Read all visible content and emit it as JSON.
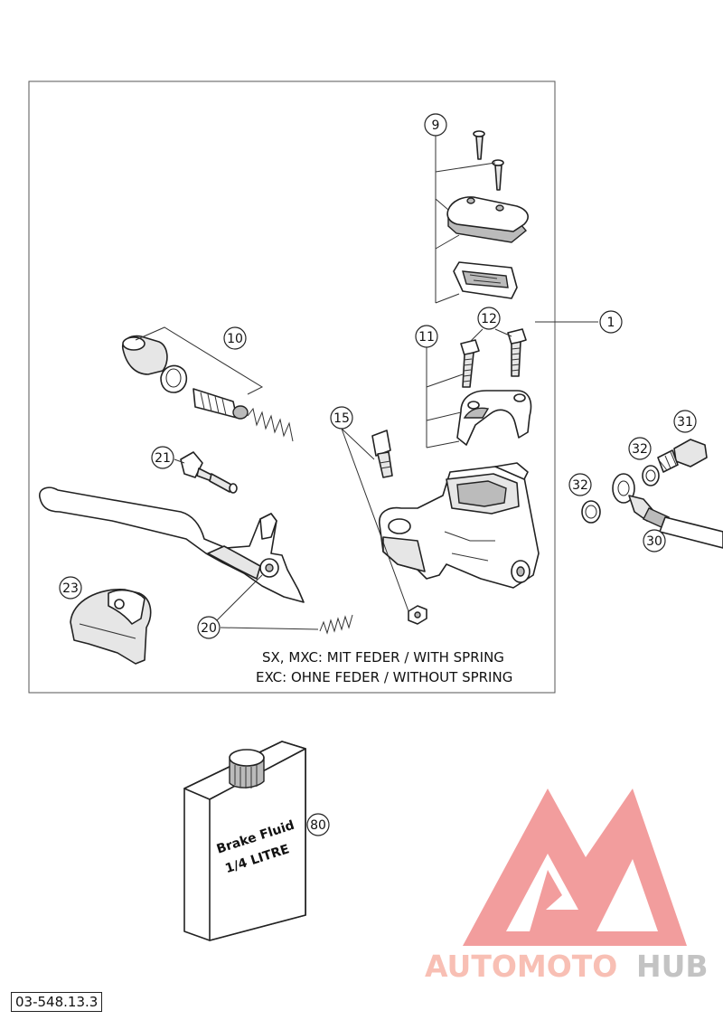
{
  "callouts": [
    "9",
    "1",
    "12",
    "11",
    "10",
    "15",
    "31",
    "32",
    "21",
    "32",
    "30",
    "23",
    "20",
    "80"
  ],
  "notes": {
    "line1": "SX, MXC: MIT FEDER / WITH SPRING",
    "line2": "EXC: OHNE FEDER / WITHOUT SPRING"
  },
  "brake_fluid": {
    "line1": "Brake Fluid",
    "line2": "1/4 LITRE"
  },
  "watermark": {
    "text_a": "AUTOMOTO",
    "text_b": "HUB",
    "color_a": "#f7b5a8",
    "color_b": "#b9b9b9",
    "logo_color": "#f08c8c"
  },
  "reference_number": "03-548.13.3"
}
